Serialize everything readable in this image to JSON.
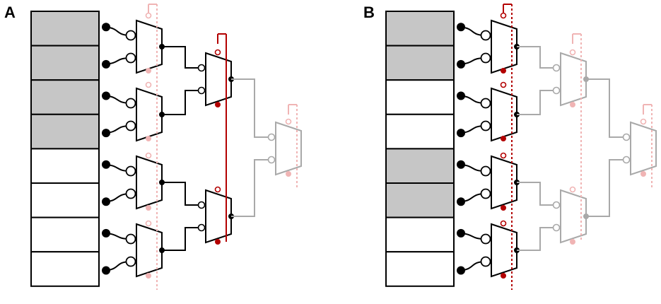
{
  "panels": [
    {
      "label": "A",
      "cells_filled": [
        true,
        true,
        true,
        true,
        false,
        false,
        false,
        false
      ],
      "active_layer": 1
    },
    {
      "label": "B",
      "cells_filled": [
        true,
        true,
        false,
        false,
        true,
        true,
        false,
        false
      ],
      "active_layer": 0
    }
  ],
  "colors": {
    "cell_fill": "#c6c6c6",
    "black": "#000000",
    "gray": "#a9a9a9",
    "red": "#b30000",
    "light_red": "#f0b4b4"
  }
}
